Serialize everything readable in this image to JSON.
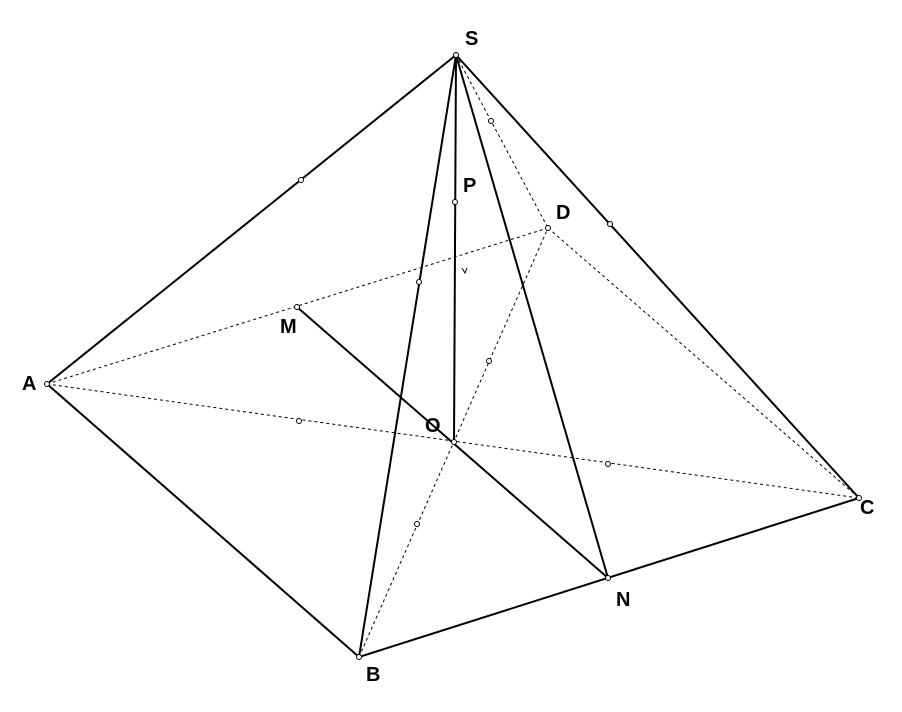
{
  "diagram": {
    "labels": {
      "S": "S",
      "A": "A",
      "B": "B",
      "C": "C",
      "D": "D",
      "M": "M",
      "N": "N",
      "O": "O",
      "P": "P"
    },
    "solid_edges": [
      "S-A",
      "S-B",
      "S-C",
      "S-N",
      "S-O",
      "A-B",
      "B-C",
      "M-N"
    ],
    "dashed_edges": [
      "S-D",
      "A-D",
      "A-C",
      "B-D",
      "D-C"
    ],
    "points": [
      "S",
      "A",
      "B",
      "C",
      "D",
      "M",
      "N",
      "O",
      "P"
    ]
  }
}
